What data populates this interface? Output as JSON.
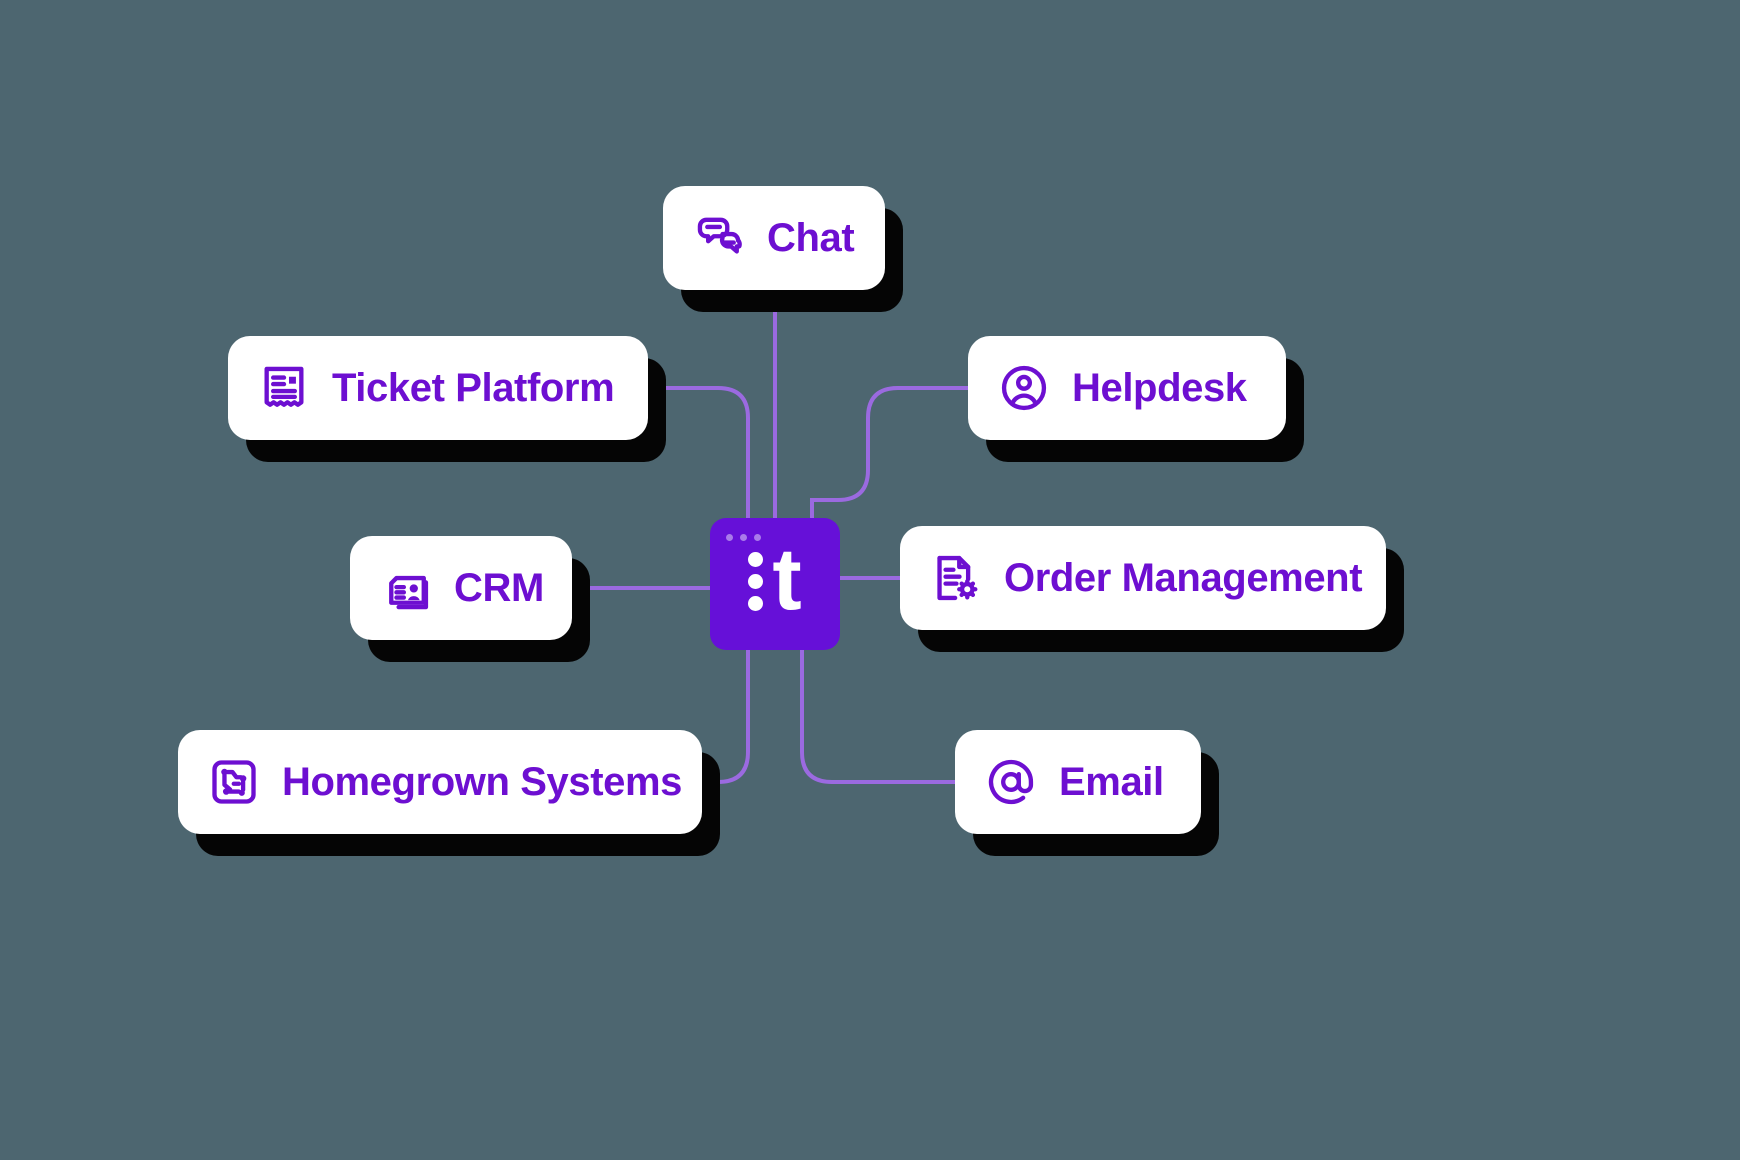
{
  "canvas": {
    "background_color": "#4d6670",
    "accent_color": "#6610d8",
    "label_color": "#6d0fd1",
    "card_color": "#ffffff",
    "shadow_color": "#050505",
    "connector_color": "#9b6ae0"
  },
  "hub": {
    "name": "central-platform-hub",
    "logo_letter": "t",
    "dot_count": 3,
    "window_dots": 3
  },
  "nodes": [
    {
      "id": "chat",
      "label": "Chat",
      "icon": "chat-bubbles-icon"
    },
    {
      "id": "ticket-platform",
      "label": "Ticket Platform",
      "icon": "receipt-icon"
    },
    {
      "id": "helpdesk",
      "label": "Helpdesk",
      "icon": "user-circle-icon"
    },
    {
      "id": "crm",
      "label": "CRM",
      "icon": "contact-card-icon"
    },
    {
      "id": "order-management",
      "label": "Order Management",
      "icon": "document-gear-icon"
    },
    {
      "id": "homegrown-systems",
      "label": "Homegrown Systems",
      "icon": "circuit-board-icon"
    },
    {
      "id": "email",
      "label": "Email",
      "icon": "at-sign-icon"
    }
  ],
  "connections": [
    {
      "from": "chat",
      "to": "hub"
    },
    {
      "from": "ticket-platform",
      "to": "hub"
    },
    {
      "from": "helpdesk",
      "to": "hub"
    },
    {
      "from": "crm",
      "to": "hub"
    },
    {
      "from": "order-management",
      "to": "hub"
    },
    {
      "from": "homegrown-systems",
      "to": "hub"
    },
    {
      "from": "email",
      "to": "hub"
    }
  ]
}
